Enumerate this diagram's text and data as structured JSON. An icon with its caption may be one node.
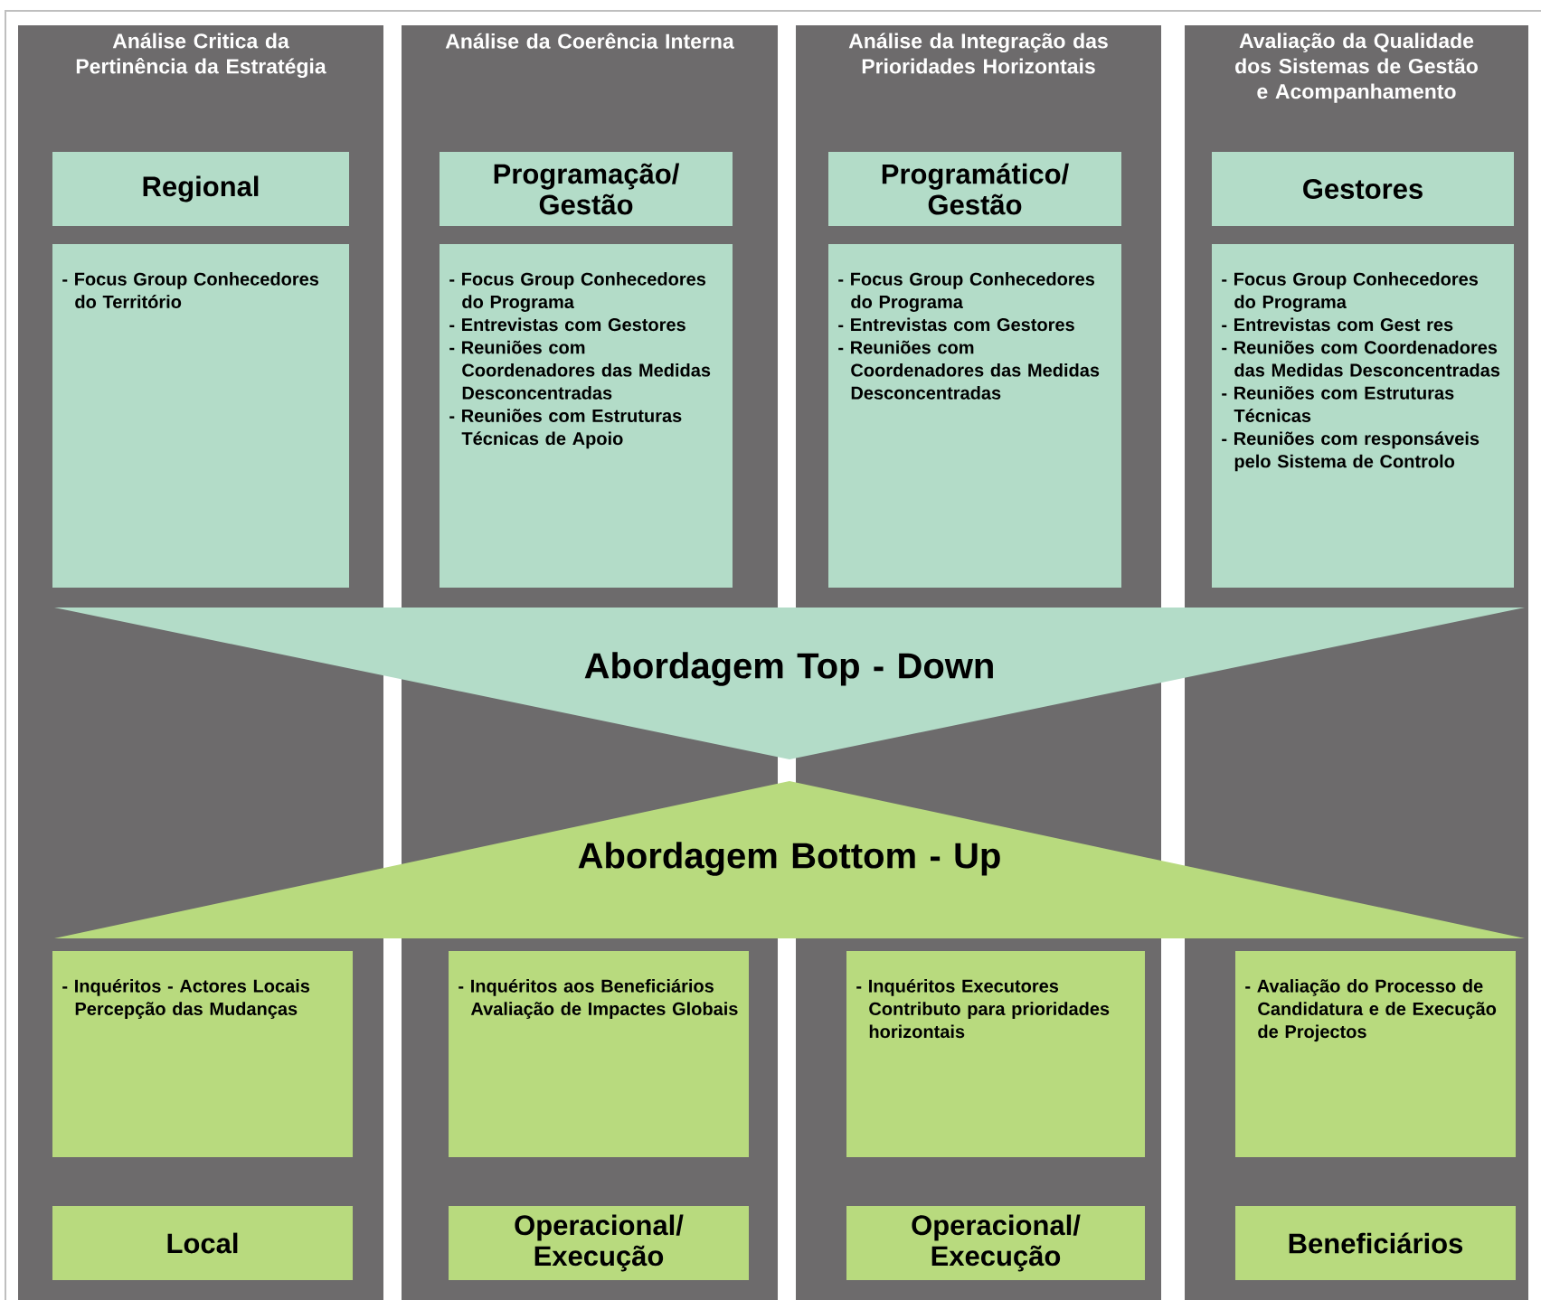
{
  "diagram": {
    "nodes": [
      {
        "text": [
          "Análise Critica  da Pertinência da Estratégia"
        ]
      },
      {
        "text": [
          "Regional"
        ],
        "in": 0
      },
      {
        "text": [
          "- Focus Group Conhecedores do Território"
        ],
        "in": 0
      },
      {
        "text": [
          "Análise da Coerência Interna"
        ]
      },
      {
        "text": [
          "Programação/ Gestão"
        ],
        "in": 3
      },
      {
        "text": [
          "- Focus Group Conhecedores do Programa",
          "- Entrevistas com Gestores",
          "- Reuniões com Coordenadores das Medidas Desconcentradas",
          "- Reuniões com Estruturas Técnicas de Apoio"
        ],
        "in": 3
      },
      {
        "text": [
          "Análise da Integração das Prioridades Horizontais"
        ]
      },
      {
        "text": [
          "Programático/ Gestão"
        ],
        "in": 6
      },
      {
        "text": [
          "- Focus Group Conhecedores do Programa",
          "- Entrevistas com Gestores",
          "- Reuniões com Coordenadores das Medidas Desconcentradas"
        ],
        "in": 6
      },
      {
        "text": [
          "Avaliação da Qualidade dos Sistemas de Gestão e Acompanhamento"
        ]
      },
      {
        "text": [
          "Gestores"
        ],
        "in": 9
      },
      {
        "text": [
          "- Focus Group Conhecedores do Programa",
          "- Entrevistas com Gest res",
          "- Reuniões com Coordenadores das Medidas Desconcentradas",
          "- Reuniões com Estruturas Técnicas",
          "- Reuniões com responsáveis pelo Sistema de Controlo"
        ],
        "in": 9
      },
      {
        "text": [
          "Abordagem Top - Down"
        ]
      },
      {
        "text": [
          "Abordagem Bottom - Up"
        ]
      },
      {
        "text": [
          "- Inquéritos - Actores Locais Percepção das Mudanças"
        ],
        "in": 0
      },
      {
        "text": [
          "Local"
        ],
        "in": 0
      },
      {
        "text": [
          "- Inquéritos aos Beneficiários Avaliação de Impactes Globais"
        ],
        "in": 3
      },
      {
        "text": [
          "Operacional/ Execução"
        ],
        "in": 3
      },
      {
        "text": [
          "- Inquéritos Executores Contributo para prioridades horizontais"
        ],
        "in": 6
      },
      {
        "text": [
          "Operacional/ Execução"
        ],
        "in": 6
      },
      {
        "text": [
          "- Avaliação do Processo de Candidatura e de Execução de Projectos"
        ],
        "in": 9
      },
      {
        "text": [
          "Beneficiários"
        ],
        "in": 9
      }
    ],
    "edges": []
  }
}
